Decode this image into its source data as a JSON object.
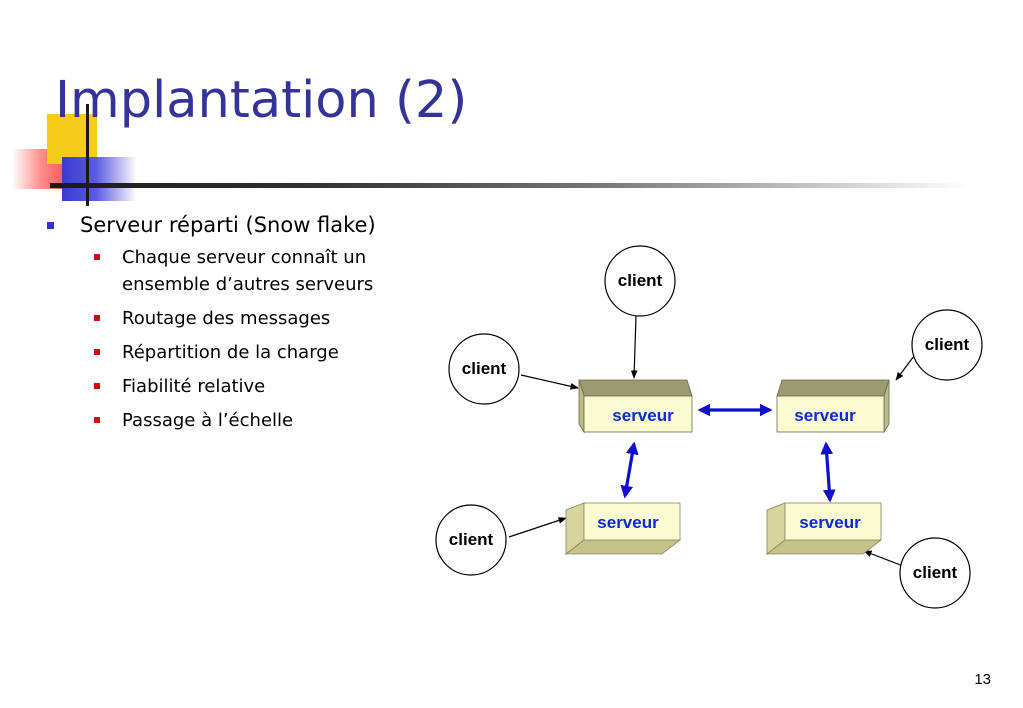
{
  "slide": {
    "title": "Implantation (2)",
    "page_number": "13"
  },
  "bullets": {
    "main": "Serveur réparti (Snow flake)",
    "sub": [
      {
        "lines": [
          "Chaque serveur connaît un",
          "ensemble d’autres serveurs"
        ]
      },
      {
        "lines": [
          "Routage des messages"
        ]
      },
      {
        "lines": [
          "Répartition de la charge"
        ]
      },
      {
        "lines": [
          "Fiabilité relative"
        ]
      },
      {
        "lines": [
          "Passage à l’échelle"
        ]
      }
    ]
  },
  "diagram": {
    "client_label": "client",
    "server_label": "serveur",
    "colors": {
      "title": "#33339a",
      "server_text": "#0a2ad8",
      "server_arrow": "#1010cc",
      "server_box_top": "#9c9a70",
      "server_box_face": "#fbfbd2",
      "server_box_side": "#d8d59c"
    }
  }
}
